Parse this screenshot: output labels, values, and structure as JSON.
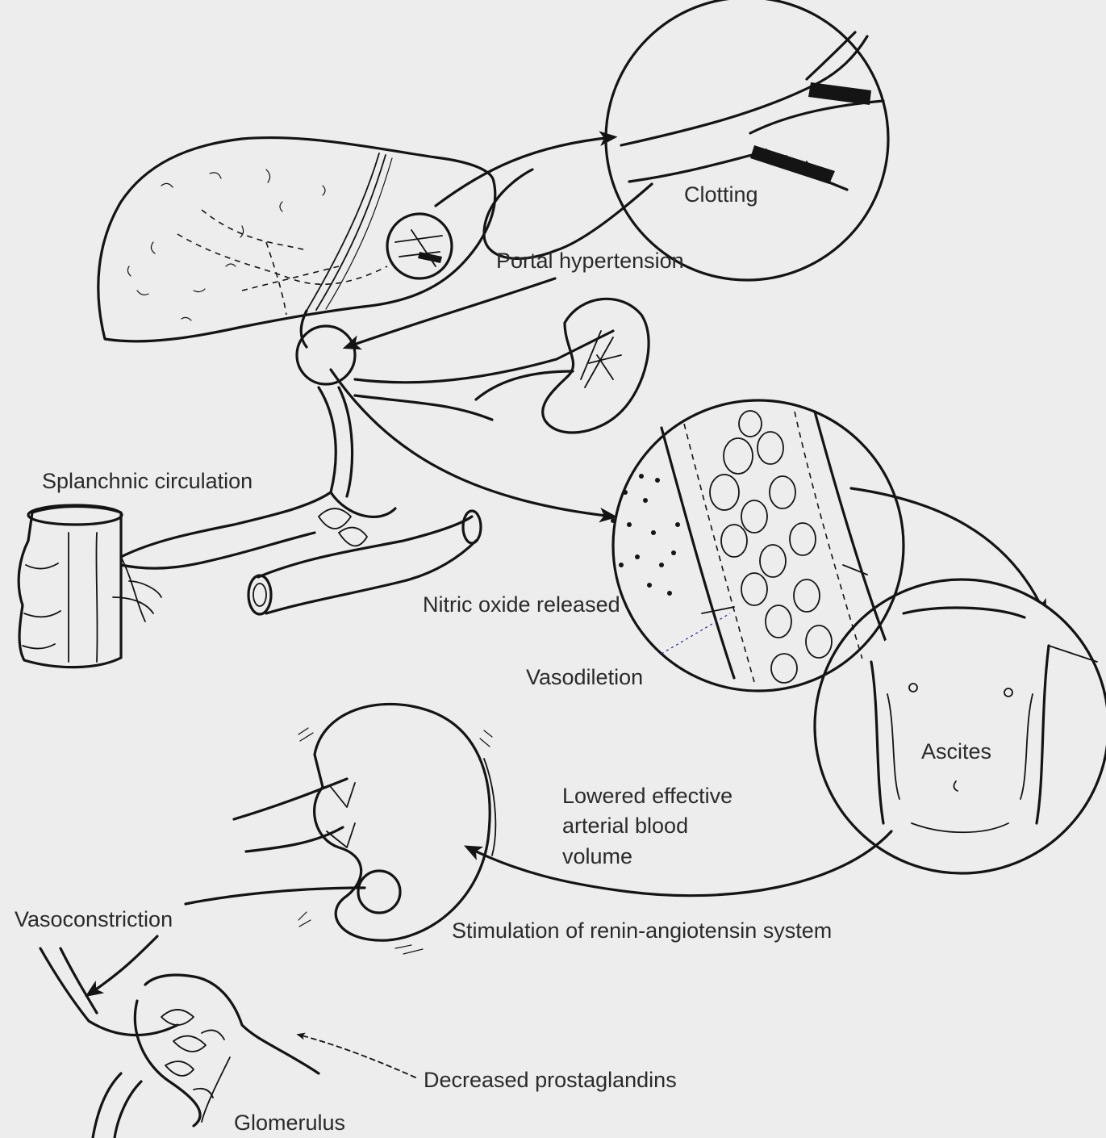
{
  "labels": {
    "clotting": "Clotting",
    "portal_hypertension": "Portal hypertension",
    "splanchnic_circulation": "Splanchnic circulation",
    "nitric_oxide": "Nitric oxide released",
    "vasodilation": "Vasodiletion",
    "ascites": "Ascites",
    "lowered_line1": "Lowered effective",
    "lowered_line2": "arterial blood",
    "lowered_line3": "volume",
    "vasoconstriction": "Vasoconstriction",
    "renin_angiotensin": "Stimulation of renin-angiotensin system",
    "prostaglandins": "Decreased  prostaglandins",
    "glomerulus": "Glomerulus"
  }
}
